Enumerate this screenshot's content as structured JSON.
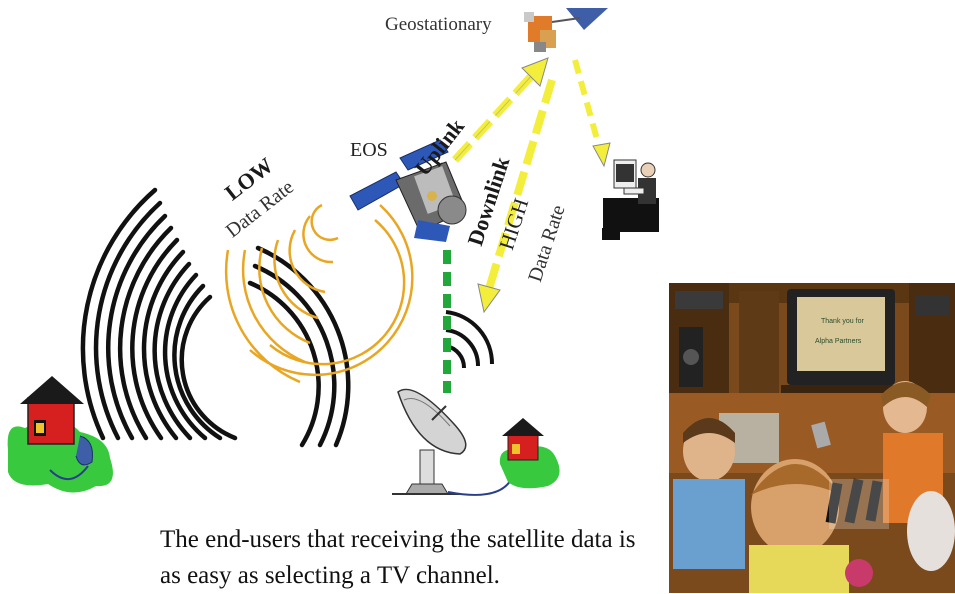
{
  "labels": {
    "geostationary": "Geostationary",
    "eos": "EOS",
    "low": "LOW",
    "data_rate_low": "Data Rate",
    "uplink": "Uplink",
    "downlink": "Downlink",
    "high": "HIGH",
    "data_rate_high": "Data Rate"
  },
  "caption": {
    "line1": "The end-users that receiving the satellite data is",
    "line2": "as easy as selecting a TV channel."
  },
  "photo_tv_screen": {
    "line1": "Thank you for",
    "line2": "Alpha Partners"
  },
  "colors": {
    "black_waves": "#111111",
    "orange_waves": "#e8a623",
    "arrow_yellow": "#f3ee3c",
    "green_beam": "#22a83a",
    "house_red": "#d62020",
    "grass_green": "#39c93f"
  }
}
